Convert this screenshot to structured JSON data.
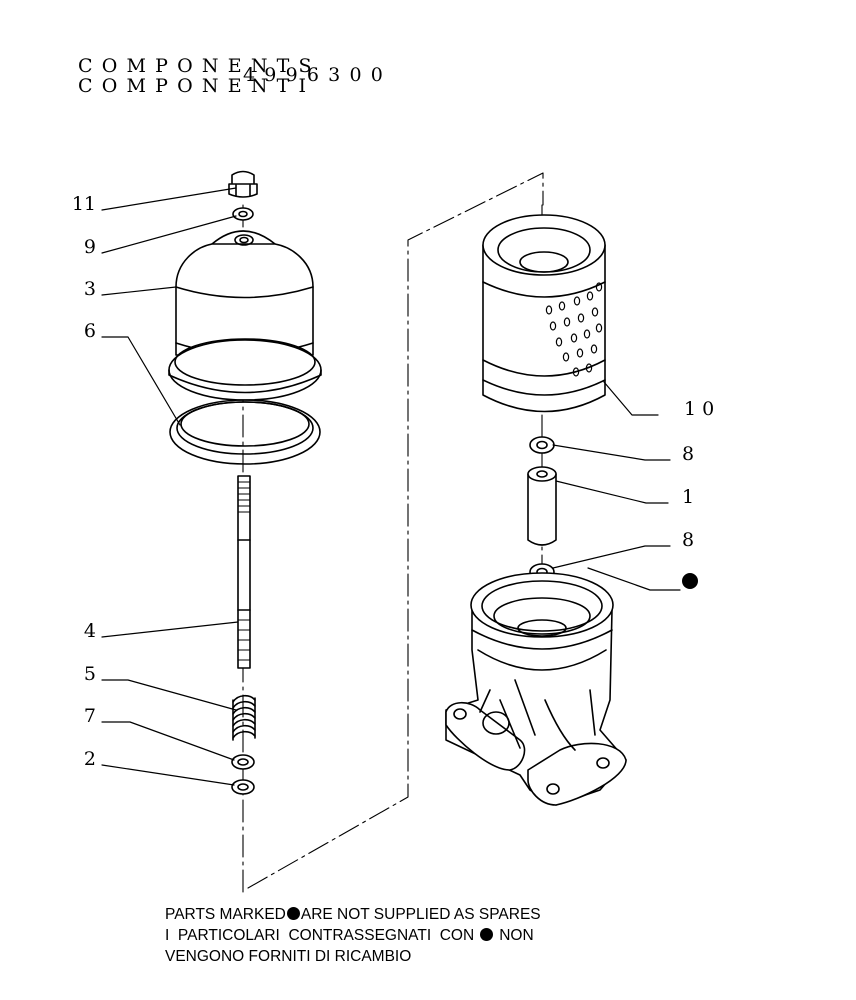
{
  "header": {
    "line1": "COMPONENTS",
    "line2": "COMPONENTI",
    "part_number": "4996300"
  },
  "callouts": [
    {
      "label": "11"
    },
    {
      "label": "9"
    },
    {
      "label": "3"
    },
    {
      "label": "6"
    },
    {
      "label": "4"
    },
    {
      "label": "5"
    },
    {
      "label": "7"
    },
    {
      "label": "2"
    },
    {
      "label": "1 0"
    },
    {
      "label": "8"
    },
    {
      "label": "1"
    },
    {
      "label": "8"
    }
  ],
  "legend_marker_icon": "filled-circle-icon",
  "footnote": {
    "line1_before": "PARTS MARKED",
    "line1_after": "ARE NOT SUPPLIED AS SPARES",
    "line2_before": "I  PARTICOLARI  CONTRASSEGNATI  CON",
    "line2_after": "NON",
    "line3": "VENGONO FORNITI DI RICAMBIO"
  }
}
